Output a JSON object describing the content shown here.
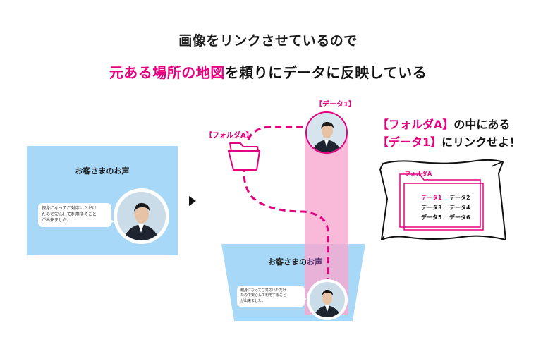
{
  "title": {
    "line1": "画像をリンクさせているので",
    "line2_highlight": "元ある場所の地図",
    "line2_rest": "を頼りにデータに反映している"
  },
  "left_card": {
    "title": "お客さまのお声",
    "bubble_lines": [
      "親身になってご対応いただけ",
      "たので安心して利用すること",
      "が出来ました。"
    ]
  },
  "right_card": {
    "title_plain": "お客さまの",
    "title_highlight": "お声",
    "bubble_lines": [
      "親身になってご対応いただけ",
      "たので安心して利用すること",
      "が出来ました。"
    ]
  },
  "folder_label": "【フォルダA】",
  "data_label": "【データ1】",
  "caption": {
    "line1_highlight": "【フォルダA】",
    "line1_rest": "の中にある",
    "line2_highlight": "【データ1】",
    "line2_rest": "にリンクせよ！"
  },
  "folder_box": {
    "tab_label": "フォルダA",
    "items": [
      {
        "label": "データ1",
        "active": true
      },
      {
        "label": "データ2",
        "active": false
      },
      {
        "label": "データ3",
        "active": false
      },
      {
        "label": "データ4",
        "active": false
      },
      {
        "label": "データ5",
        "active": false
      },
      {
        "label": "データ6",
        "active": false
      }
    ]
  },
  "colors": {
    "accent": "#e4007f",
    "card_blue": "#a8d8f7",
    "highlight_band": "#f7a8d0"
  }
}
